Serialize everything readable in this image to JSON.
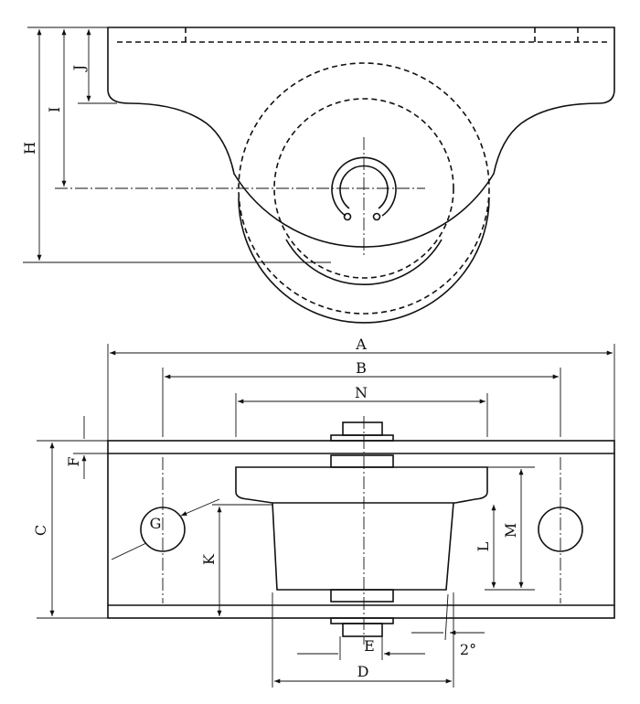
{
  "side_view": {
    "labels": {
      "H": "H",
      "I": "I",
      "J": "J"
    }
  },
  "plan_view": {
    "labels": {
      "A": "A",
      "B": "B",
      "N": "N",
      "C": "C",
      "F": "F",
      "G": "G",
      "K": "K",
      "L": "L",
      "M": "M",
      "E": "E",
      "D": "D",
      "angle": "2°"
    }
  }
}
